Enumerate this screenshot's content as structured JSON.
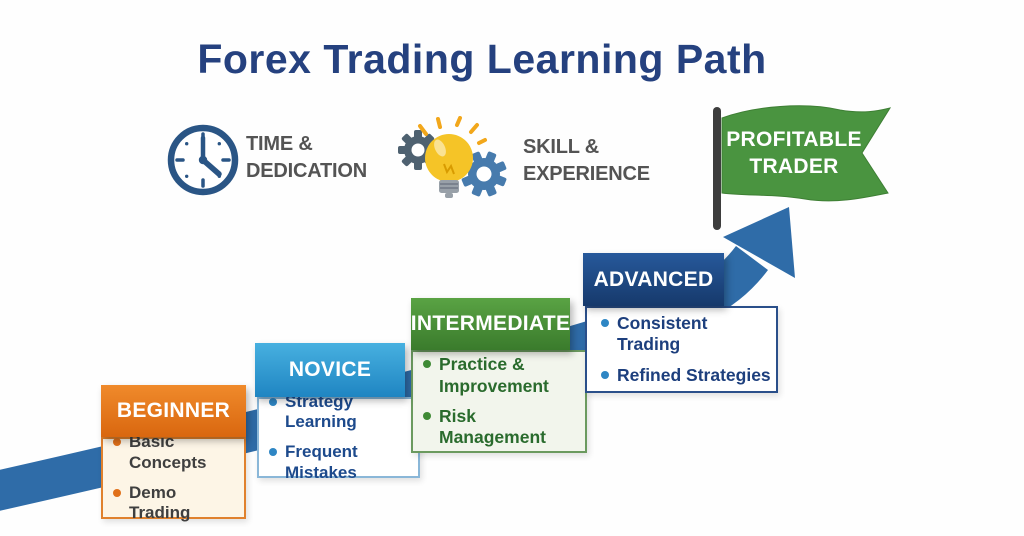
{
  "title": "Forex Trading Learning Path",
  "legend": {
    "time": {
      "icon": "clock-icon",
      "line1": "TIME &",
      "line2": "DEDICATION"
    },
    "skill": {
      "icon": "gears-lightbulb-icon",
      "line1": "SKILL &",
      "line2": "EXPERIENCE"
    }
  },
  "flag": {
    "line1": "PROFITABLE",
    "line2": "TRADER"
  },
  "steps": [
    {
      "label": "BEGINNER",
      "items": [
        "Basic Concepts",
        "Demo Trading"
      ]
    },
    {
      "label": "NOVICE",
      "items": [
        "Strategy Learning",
        "Frequent Mistakes"
      ]
    },
    {
      "label": "INTERMEDIATE",
      "items": [
        "Practice & Improvement",
        "Risk Management"
      ]
    },
    {
      "label": "ADVANCED",
      "items": [
        "Consistent Trading",
        "Refined Strategies"
      ]
    }
  ],
  "css_vars": {
    "--title-color": "#25417f",
    "--label-gray": "#545454",
    "--arrow-blue": "#2f6ca8",
    "--flag-green": "#4a9440",
    "--flag-green-dark": "#3e7f34",
    "--pole-gray": "#3d3d3d",
    "--clock-blue": "#2a5585",
    "--gear-slate": "#4e6170",
    "--gear-blue": "#477bad",
    "--bulb-yellow": "#f5c427",
    "--bulb-base": "#98a0a8",
    "--ray-orange": "#f2a71b",
    "--beginner-top": "#f08a2b",
    "--beginner-bottom": "#d9670f",
    "--beginner-border": "#e0812d",
    "--beginner-body": "#fdf5e6",
    "--beginner-text": "#3f3f3f",
    "--beginner-bullet": "#e0701a",
    "--novice-top": "#47b0e0",
    "--novice-bottom": "#1f85c2",
    "--novice-border": "#8ab7d8",
    "--novice-body": "#ffffff",
    "--novice-text": "#1d4a8c",
    "--novice-bullet": "#2e86c4",
    "--inter-top": "#5aa344",
    "--inter-bottom": "#3a7b2c",
    "--inter-border": "#6b9a5f",
    "--inter-body": "#f2f5ec",
    "--inter-text": "#2a6b2d",
    "--inter-bullet": "#3f8a35",
    "--adv-top": "#27599b",
    "--adv-bottom": "#16396b",
    "--adv-border": "#2a4f8a",
    "--adv-body": "#ffffff",
    "--adv-text": "#1d3f7d",
    "--adv-bullet": "#2e86c4"
  }
}
